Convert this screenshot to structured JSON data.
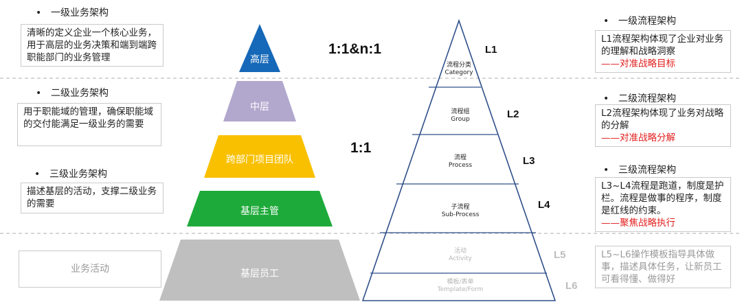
{
  "left": {
    "sections": [
      {
        "heading": "一级业务架构",
        "desc": "清晰的定义企业一个核心业务，用于高层的业务决策和端到端跨职能部门的业务管理"
      },
      {
        "heading": "二级业务架构",
        "desc": "用于职能域的管理，确保职能域的交付能满足一级业务的需要"
      },
      {
        "heading": "三级业务架构",
        "desc": "描述基层的活动，支撑二级业务的需要"
      }
    ],
    "activity_box": "业务活动"
  },
  "pyramid": {
    "layers": [
      {
        "label": "高层",
        "color": "#1668b8"
      },
      {
        "label": "中层",
        "color": "#b2a7cd"
      },
      {
        "label": "跨部门项目团队",
        "color": "#f9c000"
      },
      {
        "label": "基层主管",
        "color": "#1eaa3a"
      },
      {
        "label": "基层员工",
        "color": "#bfbfbf"
      }
    ]
  },
  "ratios": {
    "top": "1:1&n:1",
    "middle": "1:1"
  },
  "process_pyramid": {
    "levels": [
      {
        "cn": "流程分类",
        "en": "Category",
        "level": "L1"
      },
      {
        "cn": "流程组",
        "en": "Group",
        "level": "L2"
      },
      {
        "cn": "流程",
        "en": "Process",
        "level": "L3"
      },
      {
        "cn": "子流程",
        "en": "Sub-Process",
        "level": "L4"
      },
      {
        "cn": "活动",
        "en": "Activity",
        "level": "L5"
      },
      {
        "cn": "模板/表单",
        "en": "Template/Form",
        "level": "L6"
      }
    ]
  },
  "right": {
    "sections": [
      {
        "heading": "一级流程架构",
        "desc": "L1流程架构体现了企业对业务的理解和战略洞察",
        "tag": "——对准战略目标"
      },
      {
        "heading": "二级流程架构",
        "desc": "L2流程架构体现了业务对战略的分解",
        "tag": "——对准战略分解"
      },
      {
        "heading": "三级流程架构",
        "desc": "L3~L4流程是跑道，制度是护栏。流程是做事的程序，制度是红线的约束。",
        "tag": "——聚焦战略执行"
      }
    ],
    "bottom_box": "L5~L6操作模板指导具体做事，描述具体任务，让新员工可看得懂、做得好"
  },
  "colors": {
    "line_blue": "#2e4f8a",
    "dash_grey": "#bdbdbd",
    "accent_red": "#e21d1d"
  }
}
